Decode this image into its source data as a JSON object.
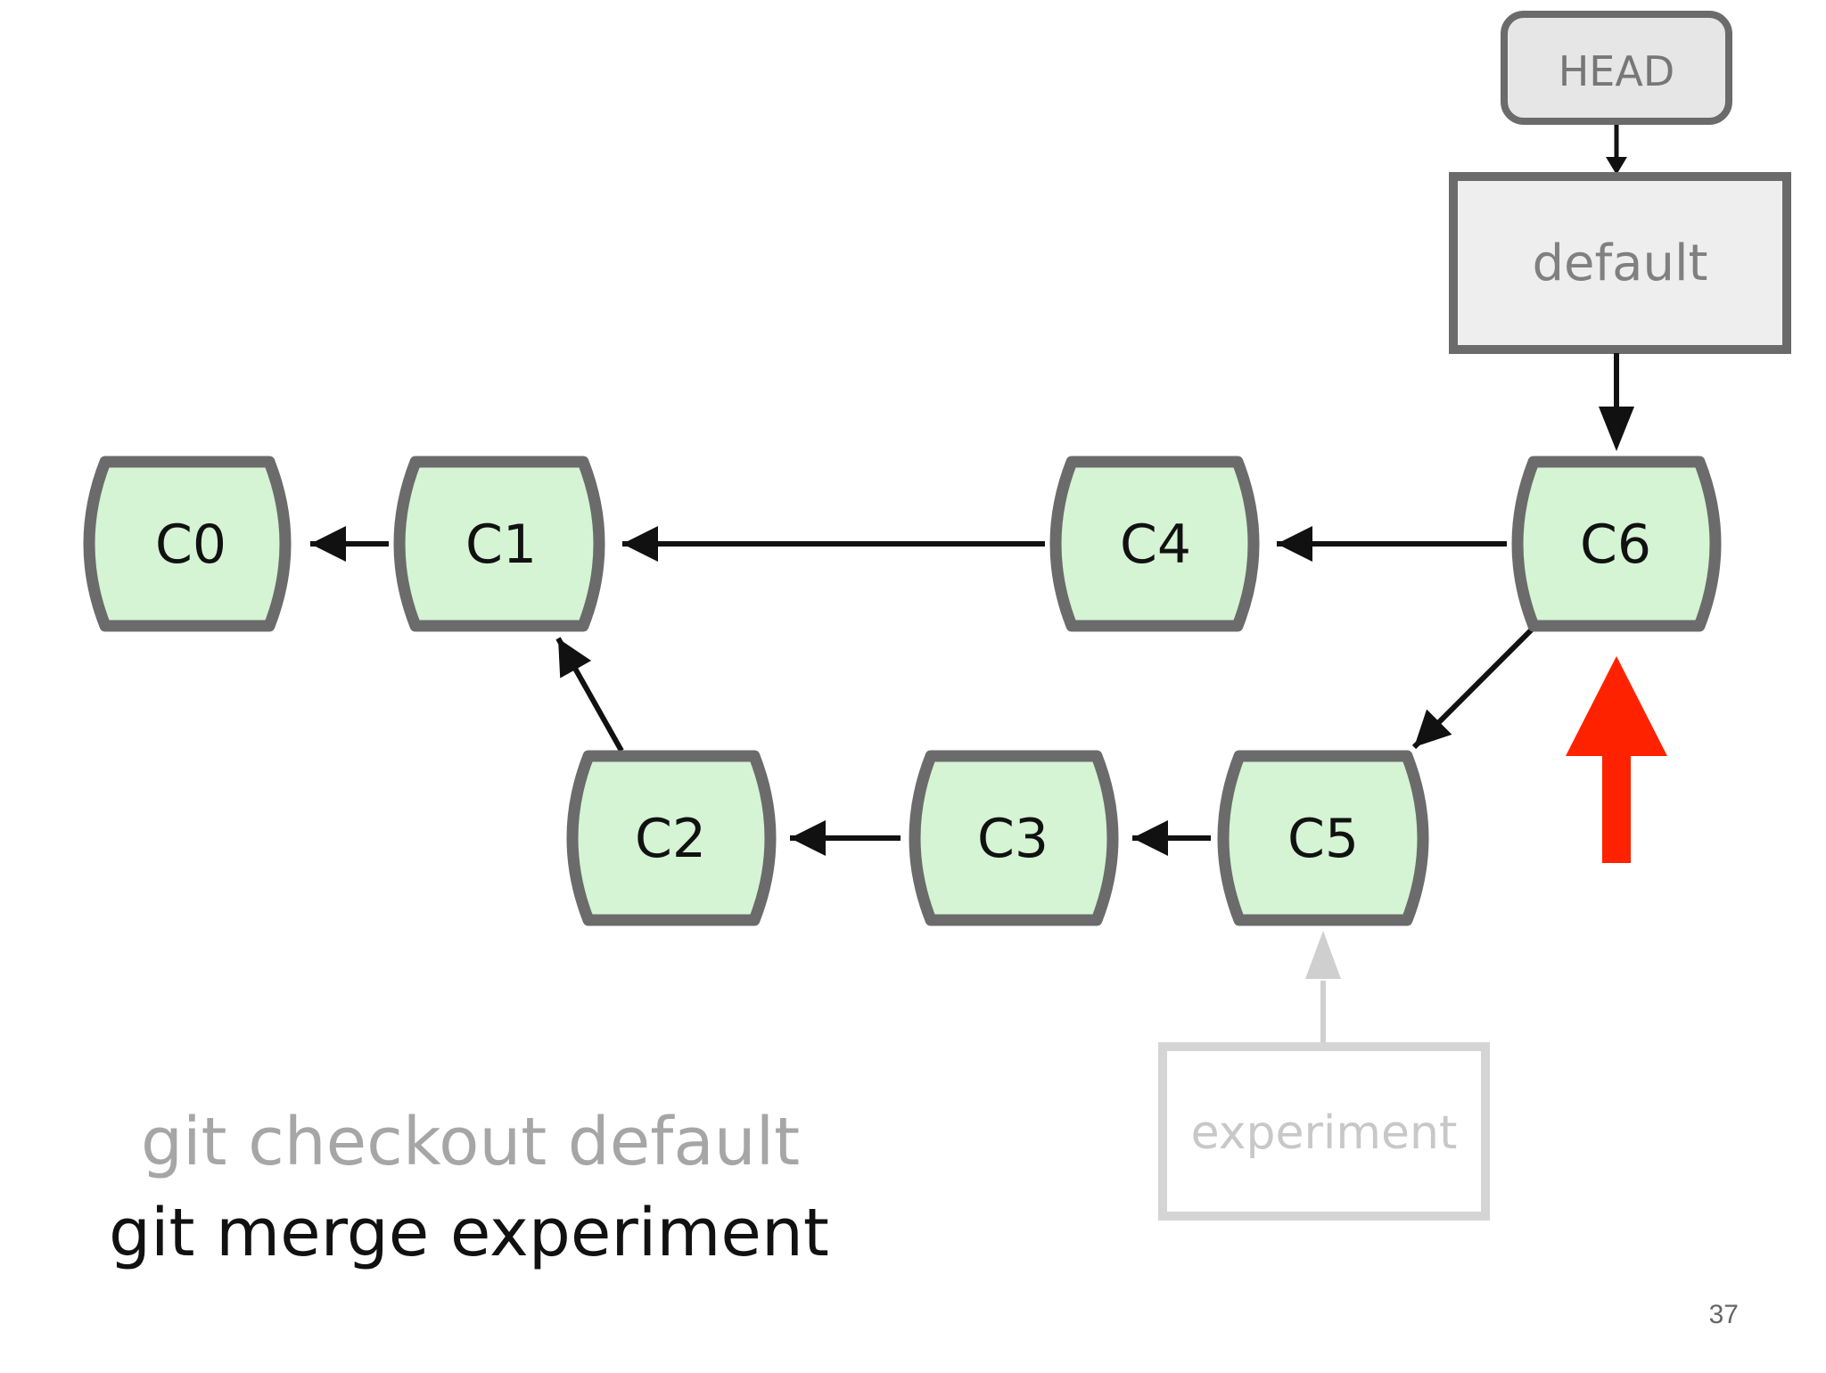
{
  "commits": {
    "c0": "C0",
    "c1": "C1",
    "c2": "C2",
    "c3": "C3",
    "c4": "C4",
    "c5": "C5",
    "c6": "C6"
  },
  "refs": {
    "head": "HEAD",
    "default": "default",
    "experiment": "experiment"
  },
  "commands": [
    "git checkout default",
    "git merge experiment"
  ],
  "page_number": "37",
  "colors": {
    "commit_fill": "#d4f4d4",
    "commit_stroke": "#6b6b6b",
    "ref_fill": "#eeeeee",
    "ref_stroke": "#6b6b6b",
    "inactive_ref_stroke": "#d5d5d5",
    "inactive_ref_text": "#c8c8c8",
    "edge": "#111111",
    "highlight_arrow": "#ff2200",
    "command_inactive": "#a6a6a6",
    "command_active": "#111111"
  },
  "icons": {
    "highlight": "red-up-arrow-icon"
  }
}
